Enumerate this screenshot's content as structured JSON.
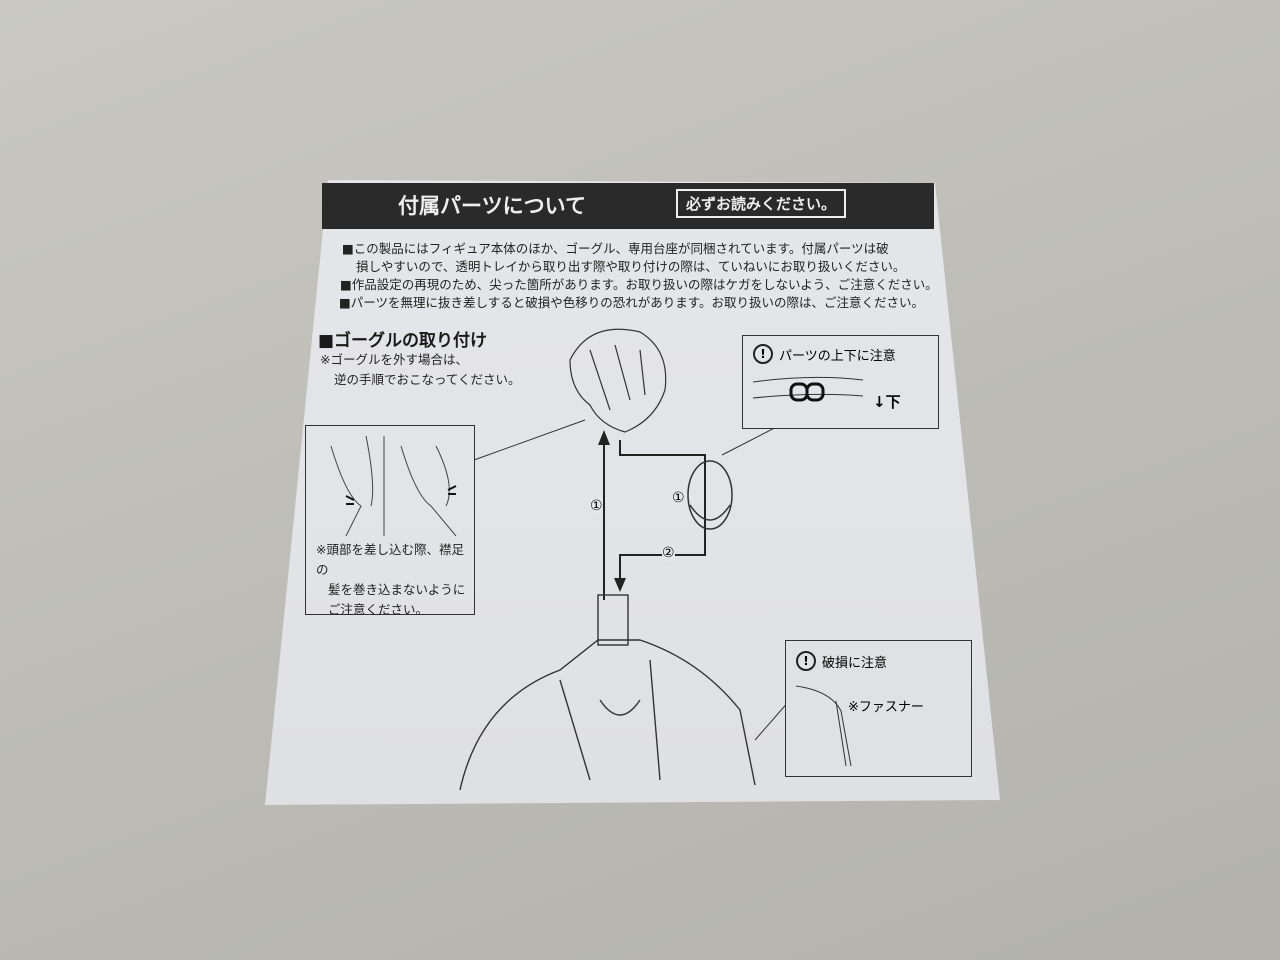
{
  "sheet": {
    "title": "付属パーツについて",
    "must_read": "必ずお読みください。",
    "notes": [
      "■この製品にはフィギュア本体のほか、ゴーグル、専用台座が同梱されています。付属パーツは破",
      "損しやすいので、透明トレイから取り出す際や取り付けの際は、ていねいにお取り扱いください。",
      "■作品設定の再現のため、尖った箇所があります。お取り扱いの際はケガをしないよう、ご注意ください。",
      "■パーツを無理に抜き差しすると破損や色移りの恐れがあります。お取り扱いの際は、ご注意ください。"
    ],
    "section_title": "■ゴーグルの取り付け",
    "removal_note": [
      "※ゴーグルを外す場合は、",
      "逆の手順でおこなってください。"
    ],
    "hair_note": [
      "※頭部を差し込む際、襟足の",
      "髪を巻き込まないように",
      "ご注意ください。"
    ],
    "orientation_caution": "パーツの上下に注意",
    "down_label": "↓下",
    "damage_caution": "破損に注意",
    "fastener_label": "※ファスナー",
    "step1": "①",
    "step2": "②"
  }
}
